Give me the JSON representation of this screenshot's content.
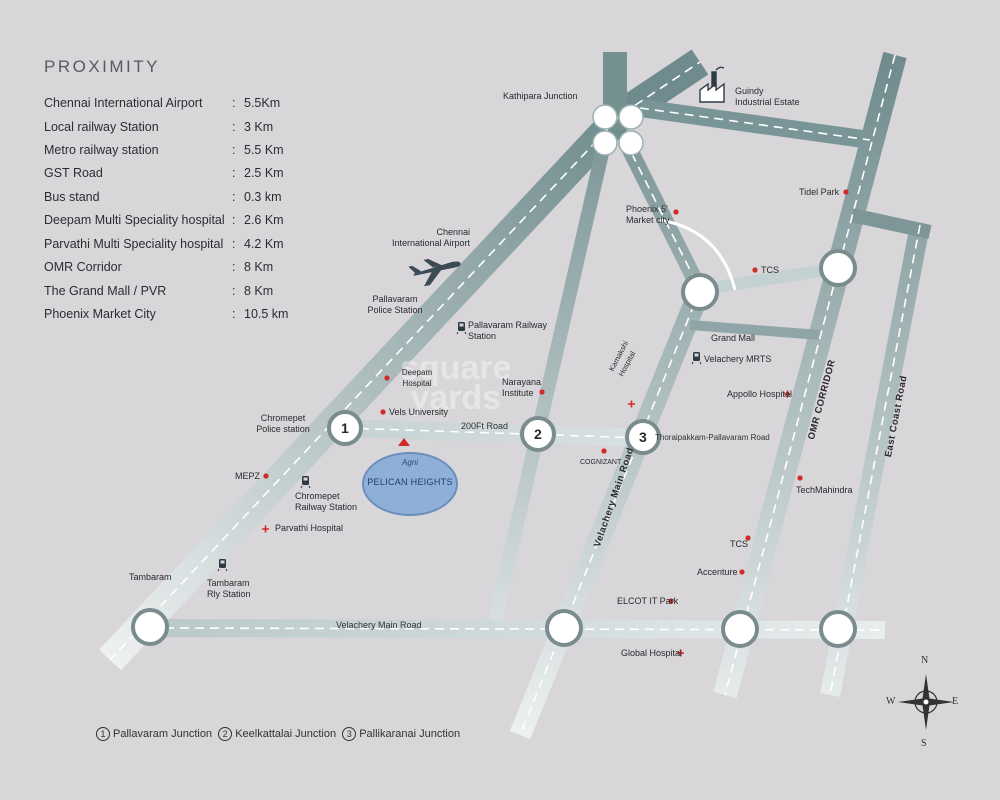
{
  "proximity": {
    "title": "PROXIMITY",
    "rows": [
      {
        "name": "Chennai International Airport",
        "distance": "5.5Km"
      },
      {
        "name": "Local railway Station",
        "distance": "3 Km"
      },
      {
        "name": "Metro railway station",
        "distance": "5.5 Km"
      },
      {
        "name": "GST Road",
        "distance": "2.5 Km"
      },
      {
        "name": "Bus stand",
        "distance": "0.3 km"
      },
      {
        "name": "Deepam Multi Speciality hospital",
        "distance": "2.6 Km"
      },
      {
        "name": "Parvathi Multi Speciality hospital",
        "distance": "4.2 Km"
      },
      {
        "name": "OMR Corridor",
        "distance": "8 Km"
      },
      {
        "name": "The Grand Mall / PVR",
        "distance": "8 Km"
      },
      {
        "name": "Phoenix Market City",
        "distance": "10.5 km"
      }
    ]
  },
  "landmarks": {
    "kathipara": "Kathipara Junction",
    "guindy": "Guindy\nIndustrial Estate",
    "tidel": "Tidel Park",
    "phoenix": "Phoenix 5'\nMarket city",
    "airport": "Chennai\nInternational Airport",
    "tcs_top": "TCS",
    "pallavaram_police": "Pallavaram\nPolice Station",
    "pallavaram_rail": "Pallavaram Railway\nStation",
    "grand_mall": "Grand Mall",
    "velachery_mrts": "Velachery MRTS",
    "deepam": "Deepam\nHospital",
    "narayana": "Narayana\nInstitute",
    "kamakshi": "Kamakshi\nHospital",
    "apollo": "Appollo Hospital",
    "chromepet_police": "Chromepet\nPolice station",
    "vels": "Vels University",
    "cognizant": "COGNIZANT",
    "mepz": "MEPZ",
    "chromepet_rail": "Chromepet\nRailway Station",
    "parvathi": "Parvathi Hospital",
    "techmahindra": "TechMahindra",
    "tcs_bottom": "TCS",
    "accenture": "Accenture",
    "tambaram": "Tambaram",
    "tambaram_rly": "Tambaram\nRly Station",
    "elcot": "ELCOT IT Park",
    "global": "Global Hospital"
  },
  "roads": {
    "gst": "200Ft Road",
    "thoraipakkam": "Thoraipakkam-Pallavaram Road",
    "velachery_main_h": "Velachery Main Road",
    "velachery_main_v": "Velachery Main Road",
    "omr": "OMR CORRIDOR",
    "ecr": "East Coast Road"
  },
  "junctions": {
    "j1": "1",
    "j2": "2",
    "j3": "3"
  },
  "project": {
    "brand": "Agni",
    "name": "PELICAN HEIGHTS"
  },
  "watermark": "square\nyards",
  "legend": {
    "n1": "1",
    "l1": "Pallavaram Junction",
    "n2": "2",
    "l2": "Keelkattalai Junction",
    "n3": "3",
    "l3": "Pallikaranai Junction"
  },
  "compass": {
    "n": "N",
    "s": "S",
    "e": "E",
    "w": "W"
  },
  "colors": {
    "road_dark": "#7e9698",
    "road_light": "#eef1f1",
    "marker": "#d02a2a",
    "background": "#d8d6d8"
  }
}
